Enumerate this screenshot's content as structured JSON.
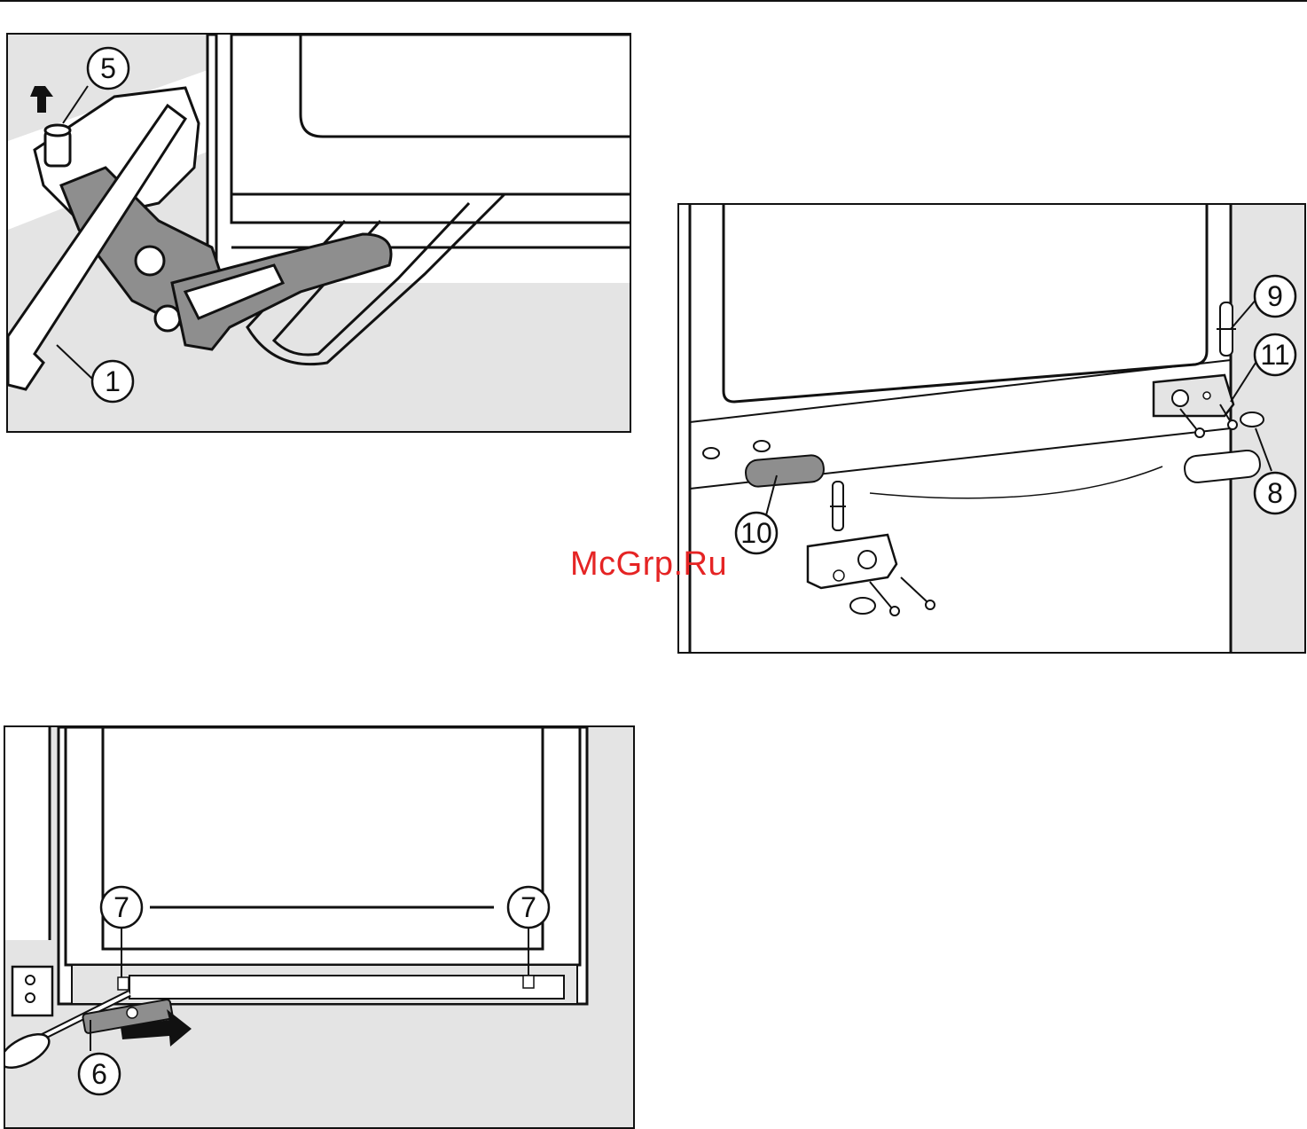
{
  "figure_top_left": {
    "callouts": [
      {
        "id": "callout-5",
        "label": "5"
      },
      {
        "id": "callout-1",
        "label": "1"
      }
    ]
  },
  "figure_right": {
    "callouts": [
      {
        "id": "callout-9",
        "label": "9"
      },
      {
        "id": "callout-11",
        "label": "11"
      },
      {
        "id": "callout-8",
        "label": "8"
      },
      {
        "id": "callout-10",
        "label": "10"
      }
    ]
  },
  "figure_bottom_left": {
    "callouts": [
      {
        "id": "callout-7-left",
        "label": "7"
      },
      {
        "id": "callout-7-right",
        "label": "7"
      },
      {
        "id": "callout-6",
        "label": "6"
      }
    ]
  },
  "watermark": {
    "text": "McGrp.Ru",
    "color": "#e52424"
  },
  "colors": {
    "line": "#111111",
    "panel_grey": "#e4e4e4",
    "part_grey": "#8e8e8e"
  }
}
